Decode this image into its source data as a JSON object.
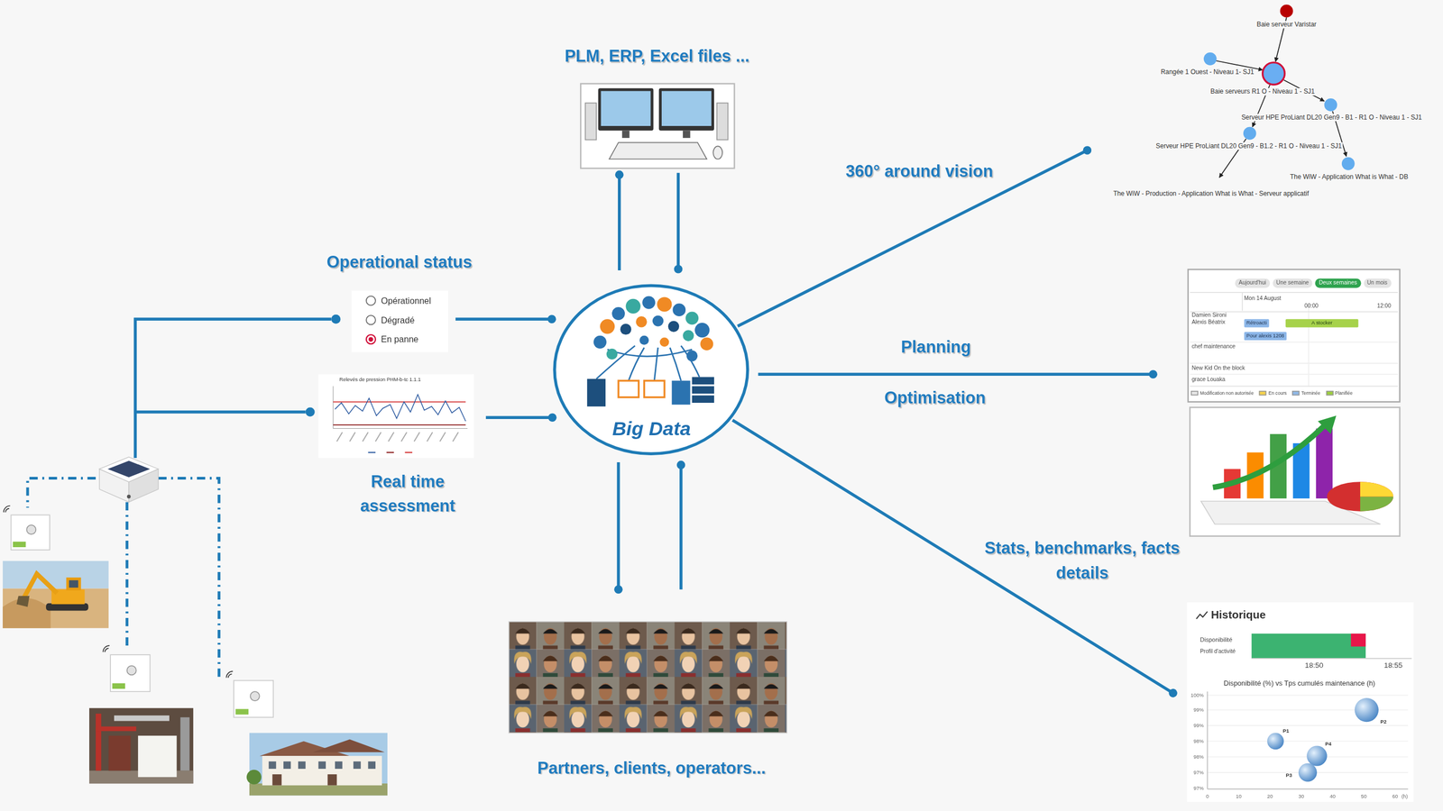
{
  "diagram": {
    "nodes": [
      {
        "text": [
          "PLM, ERP, Excel files ..."
        ]
      },
      {
        "text": [
          "Baie serveur Varistar",
          "Rangée 1 Ouest - Niveau 1- SJ1",
          "Baie serveurs R1 O - Niveau 1 - SJ1",
          "Serveur HPE ProLiant DL20 Gen9 - B1 - R1 O - Niveau 1 - SJ1",
          "Serveur HPE ProLiant DL20 Gen9 - B1.2 - R1 O - Niveau 1 - SJ1",
          "The WiW - Application What is What - DB",
          "The WiW - Production - Application What is What - Serveur applicatif"
        ]
      },
      {
        "text": [
          "Operational status",
          "Opérationnel",
          "Dégradé",
          "En panne"
        ]
      },
      {
        "text": [
          "Big Data"
        ]
      },
      {
        "text": [
          "Mon 14 August",
          "00:00",
          "12:00",
          "Damien Sironi",
          "Alexis Béatrix",
          "chef maintenance",
          "New Kid On the block",
          "grace Louaka"
        ]
      },
      {
        "text": [
          "Aujourd'hui"
        ],
        "in": 4
      },
      {
        "text": [
          "Une semaine"
        ],
        "in": 4
      },
      {
        "text": [
          "Deux semaines"
        ],
        "in": 4
      },
      {
        "text": [
          "Un mois"
        ],
        "in": 4
      },
      {
        "text": [
          "Rétroacti"
        ],
        "in": 4
      },
      {
        "text": [
          "A stocker"
        ],
        "in": 4
      },
      {
        "text": [
          "Pour alexis 1208"
        ],
        "in": 4
      },
      {
        "text": [
          "Relevés de pression PHM-b-tc 1.1.1",
          "Real time assessment"
        ]
      },
      {
        "text": [
          "Partners, clients, operators..."
        ]
      },
      {
        "text": [
          "Historique",
          "Disponibilité",
          "Profil d'activité",
          "18:50",
          "18:55",
          "Disponibilité (%) vs Tps cumulés maintenance (h)",
          "100%",
          "99%",
          "99%",
          "98%",
          "98%",
          "97%",
          "97%",
          "0",
          "10",
          "20",
          "30",
          "40",
          "50",
          "60",
          "(h)",
          "P2",
          "P1",
          "P4",
          "P3"
        ]
      }
    ],
    "edges": [
      {
        "from": 3,
        "to": 0,
        "arrow": "to"
      },
      {
        "from": 0,
        "to": 3,
        "arrow": "to"
      },
      {
        "from": 3,
        "to": 1,
        "arrow": "to",
        "label": "360° around vision"
      },
      {
        "from": 2,
        "to": 3,
        "arrow": "to"
      },
      {
        "from": 3,
        "to": 4,
        "arrow": "to",
        "label": "Planning"
      },
      {
        "from": 12,
        "to": 3,
        "arrow": "to"
      },
      {
        "from": 3,
        "to": 13,
        "arrow": "to"
      },
      {
        "from": 13,
        "to": 3,
        "arrow": "to"
      },
      {
        "from": 3,
        "to": 14,
        "arrow": "to",
        "label": "Stats, benchmarks, facts details"
      }
    ],
    "labels": [
      "Optimisation"
    ],
    "legend": [
      {
        "text": "Modification non autorisée",
        "color": "#e6e6e6"
      },
      {
        "text": "En cours",
        "color": "#f5d24b"
      },
      {
        "text": "Terminée",
        "color": "#8fb8e8"
      },
      {
        "text": "Planifiée",
        "color": "#9ccf3c"
      }
    ]
  }
}
